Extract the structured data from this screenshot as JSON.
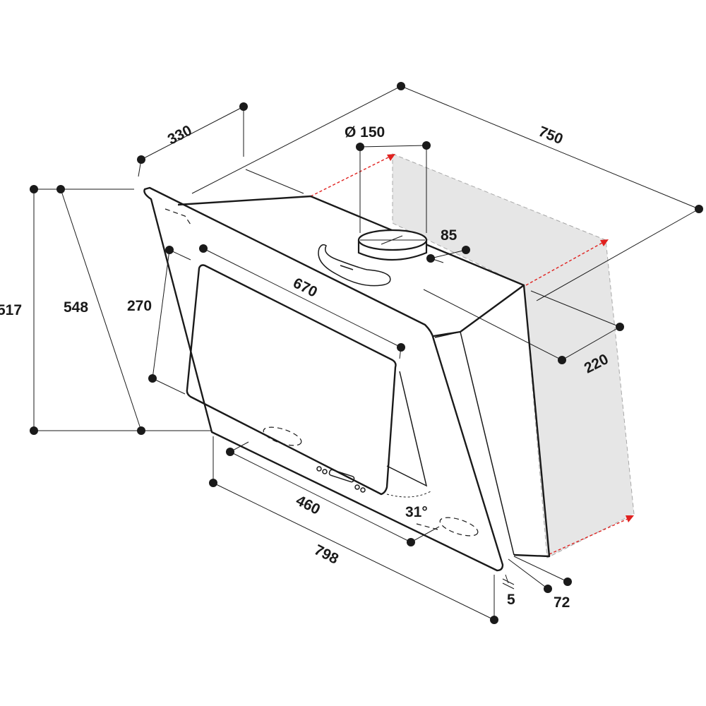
{
  "diagram": {
    "colors": {
      "line": "#1a1a1a",
      "wall": "#e6e6e6",
      "wall_edge": "#a8a8a8",
      "duct_arrow": "#e0211f"
    },
    "labels": {
      "width_overall": "750",
      "depth_top": "330",
      "duct_diameter": "Ø 150",
      "duct_offset": "85",
      "glass_width": "670",
      "panel_height": "270",
      "wall_offset": "220",
      "height_total": "517",
      "height_slant": "548",
      "bottom_width": "460",
      "depth_overall": "798",
      "angle": "31°",
      "gap": "5",
      "wall_depth": "72"
    }
  }
}
